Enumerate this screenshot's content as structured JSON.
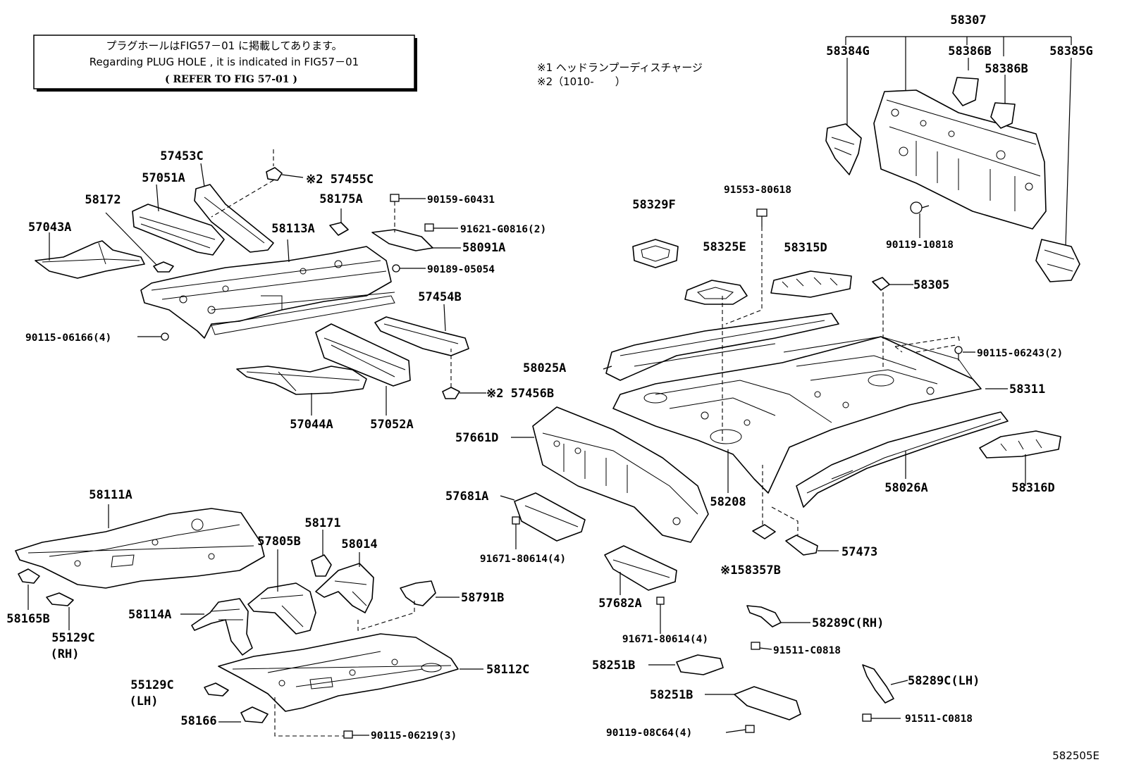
{
  "note_box": {
    "line1": "プラグホールはFIG57－01 に掲載してあります。",
    "line2": "Regarding  PLUG HOLE , it is  indicated  in  FIG57－01",
    "line3": "( REFER TO FIG 57-01 )"
  },
  "footnotes": {
    "note1": "※1 ヘッドランプーディスチャージ",
    "note2": "※2（1010-　　）"
  },
  "labels": {
    "p58307": "58307",
    "p58384G": "58384G",
    "p58386B_a": "58386B",
    "p58386B_b": "58386B",
    "p58385G": "58385G",
    "p90119_10818": "90119-10818",
    "p91553_80618": "91553-80618",
    "p58329F": "58329F",
    "p58325E": "58325E",
    "p58315D": "58315D",
    "p58305": "58305",
    "p90115_06243": "90115-06243(2)",
    "p58311": "58311",
    "p58025A": "58025A",
    "p57661D": "57661D",
    "p58208": "58208",
    "p58026A": "58026A",
    "p58316D": "58316D",
    "p57681A": "57681A",
    "p91671_80614_a": "91671-80614(4)",
    "p58357B": "※158357B",
    "p57473": "57473",
    "p57682A": "57682A",
    "p91671_80614_b": "91671-80614(4)",
    "p58289C_RH": "58289C(RH)",
    "p91511_C0818_a": "91511-C0818",
    "p58251B_a": "58251B",
    "p58289C_LH": "58289C(LH)",
    "p58251B_b": "58251B",
    "p91511_C0818_b": "91511-C0818",
    "p90119_08C64": "90119-08C64(4)",
    "p57453C": "57453C",
    "p57455C": "※2 57455C",
    "p57051A": "57051A",
    "p58172": "58172",
    "p58175A": "58175A",
    "p90159_60431": "90159-60431",
    "p57043A": "57043A",
    "p58113A": "58113A",
    "p91621_G0816": "91621-G0816(2)",
    "p58091A": "58091A",
    "p90189_05054": "90189-05054",
    "p90115_06166": "90115-06166(4)",
    "p57454B": "57454B",
    "p57456B": "※2 57456B",
    "p57044A": "57044A",
    "p57052A": "57052A",
    "p58111A": "58111A",
    "p58171": "58171",
    "p57805B": "57805B",
    "p58014": "58014",
    "p58791B": "58791B",
    "p58114A": "58114A",
    "p58165B": "58165B",
    "p55129C_RH": "55129C",
    "p55129C_RH_side": "(RH)",
    "p58112C": "58112C",
    "p55129C_LH": "55129C",
    "p55129C_LH_side": "(LH)",
    "p58166": "58166",
    "p90115_06219": "90115-06219(3)"
  },
  "figure_code": "582505E"
}
